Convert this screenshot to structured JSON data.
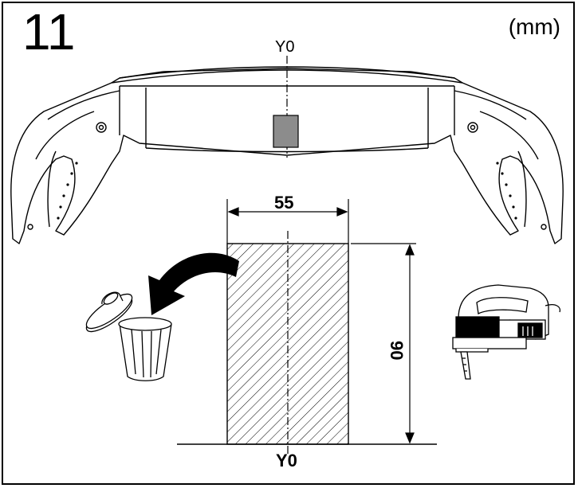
{
  "step_number": "11",
  "unit": "(mm)",
  "axis_label_top": "Y0",
  "axis_label_bottom": "Y0",
  "dimension_width": "55",
  "dimension_height": "90",
  "colors": {
    "line": "#000000",
    "marker_fill": "#8c8c8c",
    "background": "#ffffff"
  },
  "icons": [
    "bumper-outline",
    "discard-arrow-icon",
    "trash-bin-icon",
    "jigsaw-icon"
  ]
}
